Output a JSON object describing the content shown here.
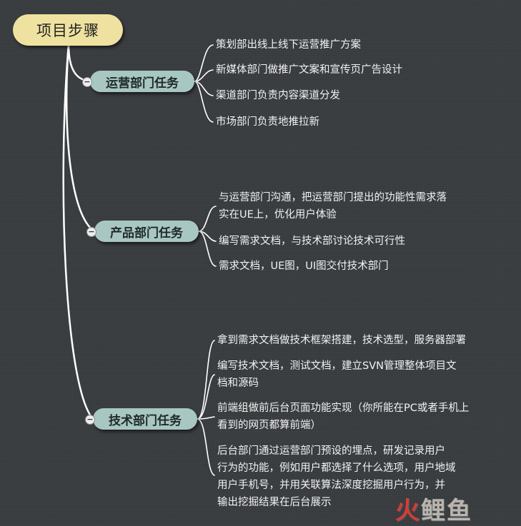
{
  "root": {
    "title": "项目步骤"
  },
  "branches": [
    {
      "label": "运营部门任务",
      "items": [
        "策划部出线上线下运营推广方案",
        "新媒体部门做推广文案和宣传页广告设计",
        "渠道部门负责内容渠道分发",
        "市场部门负责地推拉新"
      ]
    },
    {
      "label": "产品部门任务",
      "items": [
        "与运营部门沟通，把运营部门提出的功能性需求落\n实在UE上，优化用户体验",
        "编写需求文档，与技术部讨论技术可行性",
        "需求文档，UE图，UI图交付技术部门"
      ]
    },
    {
      "label": "技术部门任务",
      "items": [
        "拿到需求文档做技术框架搭建，技术选型，服务器部署",
        "编写技术文档，测试文档，建立SVN管理整体项目文\n档和源码",
        "前端组做前后台页面功能实现（你所能在PC或者手机上\n看到的网页都算前端）",
        "后台部门通过运营部门预设的埋点，研发记录用户\n行为的功能，例如用户都选择了什么选项，用户地域\n用户手机号，并用关联算法深度挖掘用户行为，并\n输出挖掘结果在后台展示"
      ]
    }
  ],
  "toggle_symbol": "−",
  "watermark": {
    "part1": "火",
    "part2": "鲤鱼"
  },
  "colors": {
    "background": "#3a3d40",
    "root_fill": "#efe2a0",
    "branch_fill": "#a8c7c2",
    "connector": "#ffffff",
    "watermark_red": "#d63c36"
  }
}
